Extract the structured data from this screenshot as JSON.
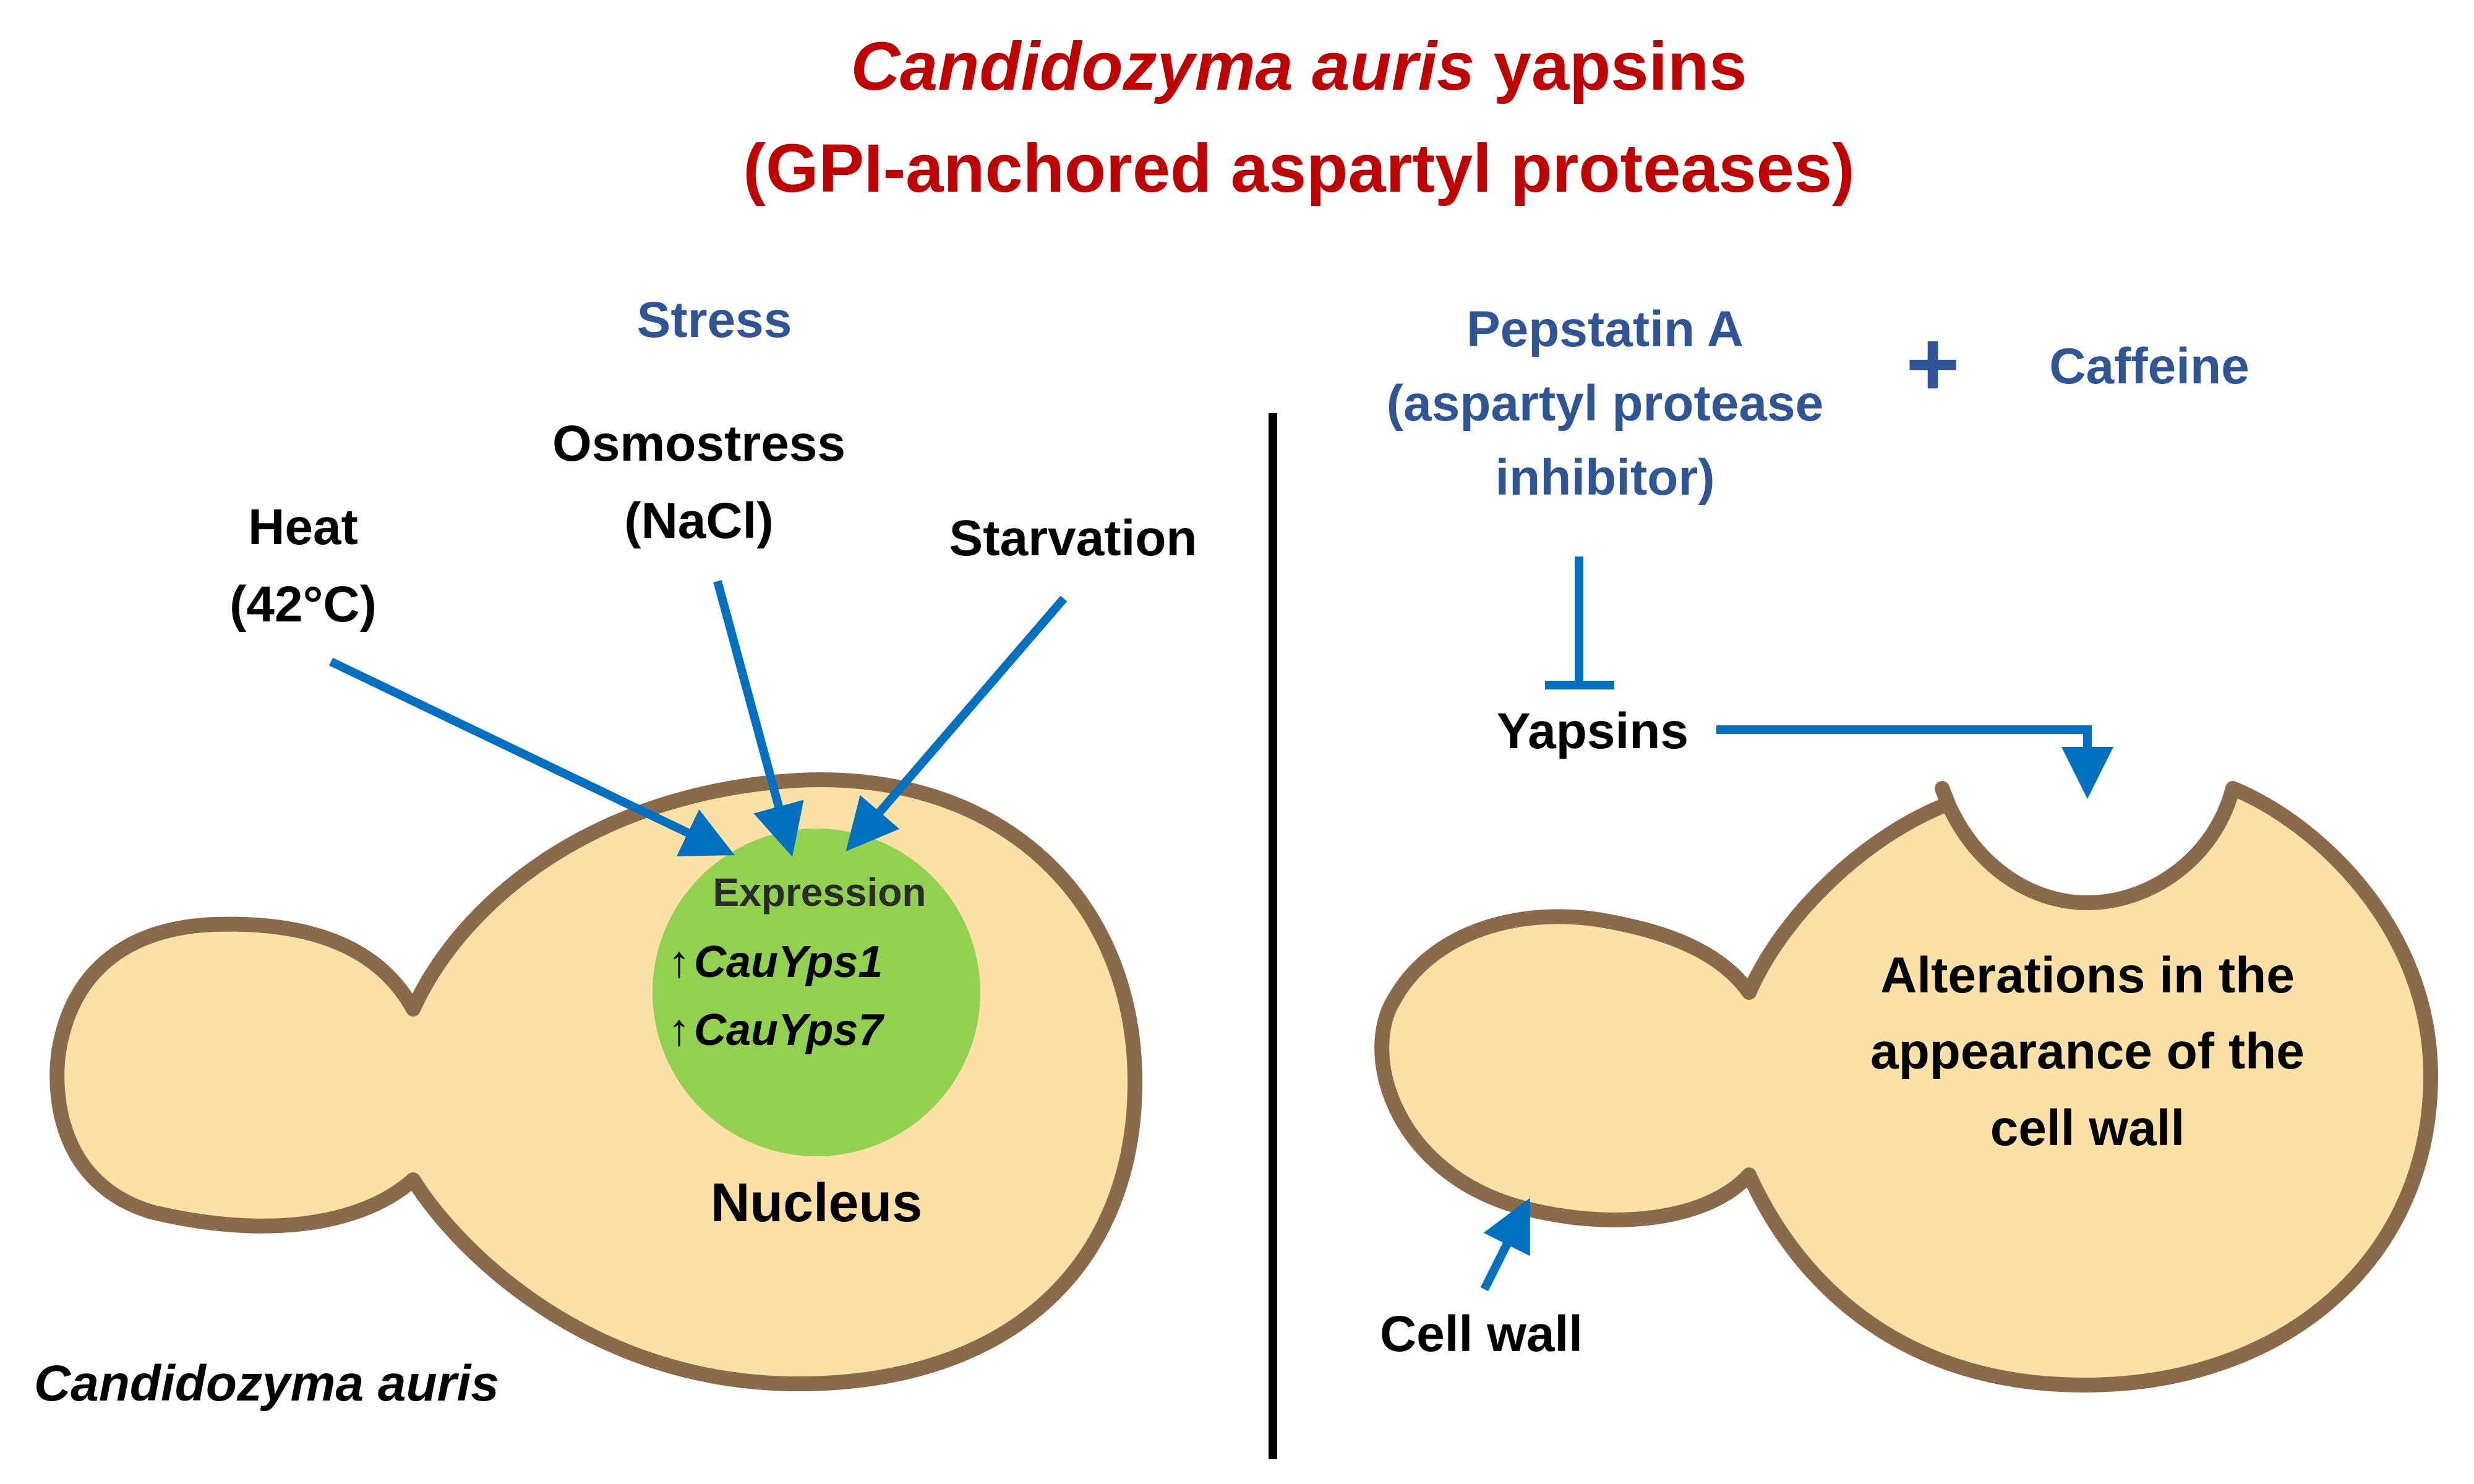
{
  "colors": {
    "title_red": "#c00000",
    "label_blue": "#2f5597",
    "arrow_blue": "#0070c0",
    "cell_fill": "#fde0a6",
    "cell_wall": "#8b6a4b",
    "nucleus_green": "#92d050",
    "text_black": "#000000"
  },
  "title": {
    "line1_italic": "Candidozyma auris",
    "line1_rest": " yapsins",
    "line2": "(GPI-anchored aspartyl proteases)"
  },
  "left_panel": {
    "stress_header": "Stress",
    "heat_line1": "Heat",
    "heat_line2": "(42°C)",
    "osmo_line1": "Osmostress",
    "osmo_line2": "(NaCl)",
    "starvation": "Starvation",
    "expression_label": "Expression",
    "up_arrow_glyph": "↑",
    "gene1": "CauYps1",
    "gene2": "CauYps7",
    "nucleus_label": "Nucleus",
    "species_label": "Candidozyma auris"
  },
  "right_panel": {
    "pepstatin_line1": "Pepstatin A",
    "pepstatin_line2": "(aspartyl protease",
    "pepstatin_line3": "inhibitor)",
    "plus": "+",
    "caffeine": "Caffeine",
    "yapsins_label": "Yapsins",
    "alteration_line1": "Alterations in the",
    "alteration_line2": "appearance of the",
    "alteration_line3": "cell wall",
    "cell_wall_label": "Cell wall"
  },
  "icons": {
    "arrows": "arrow-icon",
    "inhibition": "t-bar-inhibition-icon"
  }
}
